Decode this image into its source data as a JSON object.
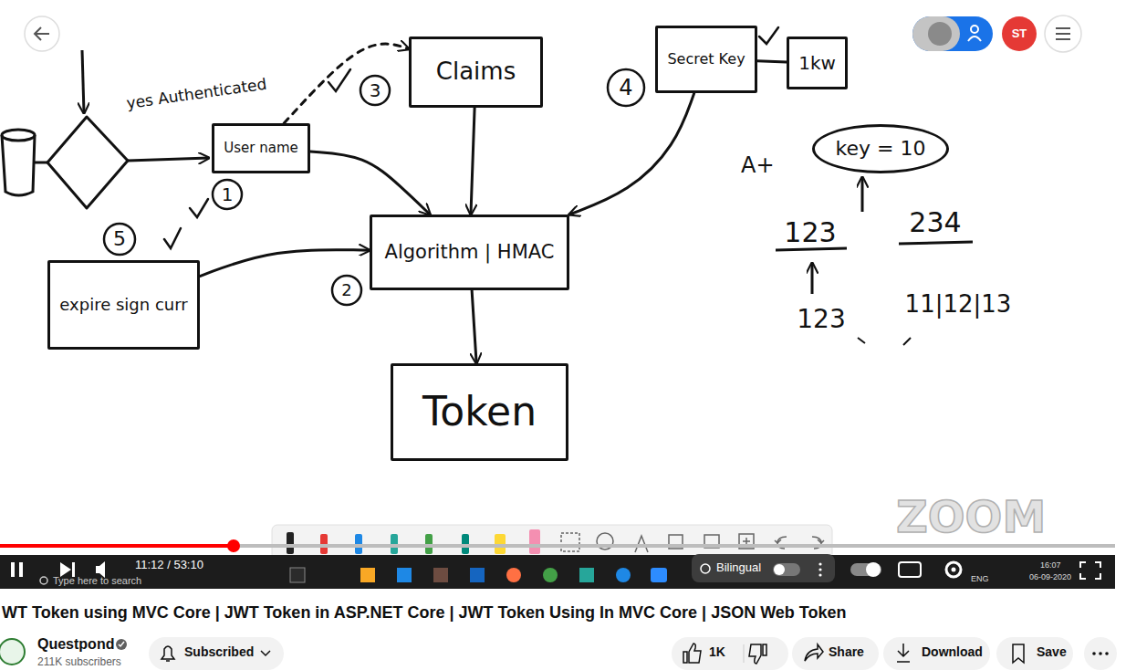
{
  "diagram": {
    "title": "WT Token using MVC Core | JWT Token in ASP.NET Core | JWT Token Using In MVC Core | JSON Web Token",
    "nodes": [
      {
        "text": [
          "Claims"
        ]
      },
      {
        "text": [
          "Secret Key"
        ]
      },
      {
        "text": [
          "1kw"
        ]
      },
      {
        "text": [
          "User name"
        ]
      },
      {
        "text": [
          "key = 10"
        ]
      },
      {
        "text": [
          "Algorithm | HMAC"
        ]
      },
      {
        "text": [
          "expire sign curr"
        ]
      },
      {
        "text": [
          "Token"
        ]
      }
    ],
    "edges": [
      {
        "from": 3,
        "to": 0,
        "arrow": "to"
      },
      {
        "from": 1,
        "to": 2,
        "arrow": "none"
      },
      {
        "from": 3,
        "to": 5,
        "arrow": "to"
      },
      {
        "from": 0,
        "to": 5,
        "arrow": "to"
      },
      {
        "from": 1,
        "to": 5,
        "arrow": "to"
      },
      {
        "from": 6,
        "to": 5,
        "arrow": "to"
      },
      {
        "from": 5,
        "to": 7,
        "arrow": "to"
      }
    ],
    "labels": [
      "yes Authenticated",
      "3",
      "4",
      "1",
      "5",
      "2",
      "A+",
      "123",
      "234",
      "123",
      "11|12|13",
      "ST",
      "ZOOM",
      "11:12 / 53:10",
      "Bilingual",
      "Type here to search",
      "ENG",
      "16:07",
      "06-09-2020",
      "Questpond",
      "211K subscribers",
      "Subscribed",
      "1K",
      "Share",
      "Download",
      "Save"
    ]
  }
}
